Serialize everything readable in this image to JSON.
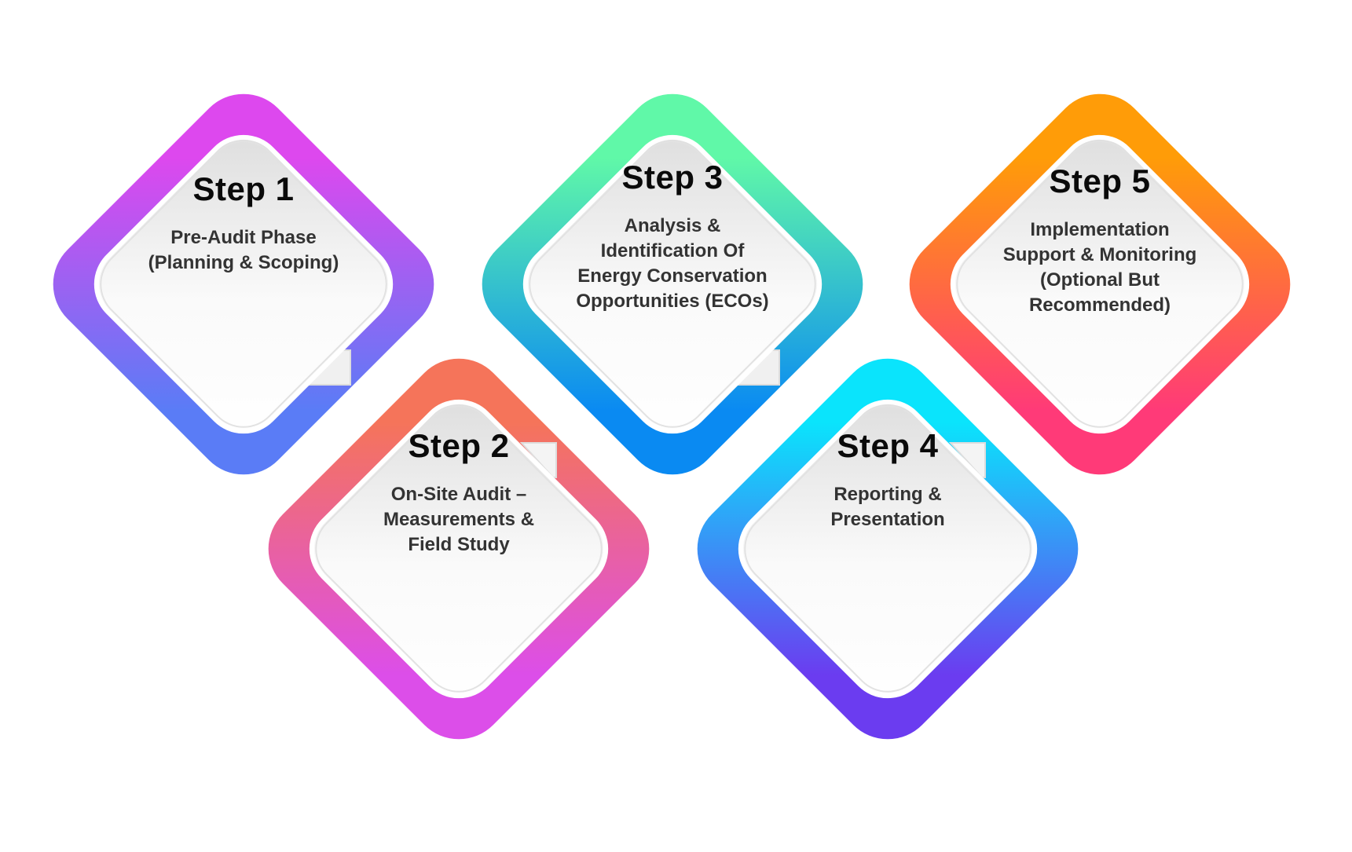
{
  "steps": [
    {
      "title": "Step 1",
      "desc": "Pre-Audit Phase (Planning & Scoping)",
      "colors": [
        "#dd48ee",
        "#5a7cf6"
      ],
      "fold": "bottom"
    },
    {
      "title": "Step 2",
      "desc": "On-Site Audit – Measurements & Field Study",
      "colors": [
        "#f5745a",
        "#dc4ee9"
      ],
      "fold": "top"
    },
    {
      "title": "Step 3",
      "desc": "Analysis & Identification Of Energy Conservation Opportunities (ECOs)",
      "colors": [
        "#60f8a8",
        "#0a8af2"
      ],
      "fold": "bottom"
    },
    {
      "title": "Step 4",
      "desc": "Reporting & Presentation",
      "colors": [
        "#0ae4fc",
        "#6b3cf0"
      ],
      "fold": "top"
    },
    {
      "title": "Step 5",
      "desc": "Implementation Support & Monitoring (Optional But Recommended)",
      "colors": [
        "#ff9c08",
        "#ff3a78"
      ],
      "fold": "none"
    }
  ]
}
